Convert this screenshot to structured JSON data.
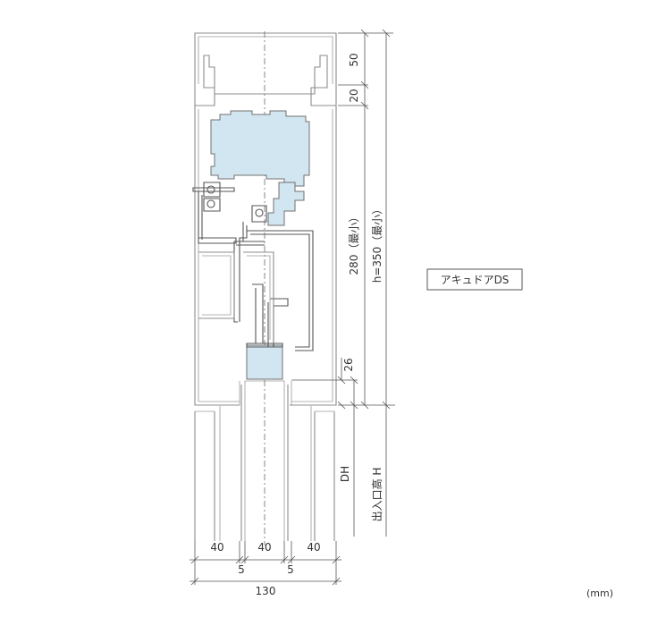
{
  "model_label": "アキュドアDS",
  "unit_label": "(mm)",
  "dimensions": {
    "top_rail": "50",
    "rail_gap": "20",
    "min_inner": "280（最小）",
    "min_height": "h=350（最小）",
    "guide_gap": "26",
    "door_height": "DH",
    "opening_height": "出入口高 H",
    "width_left": "40",
    "width_center": "40",
    "width_right": "40",
    "gap_left": "5",
    "gap_right": "5",
    "total_width": "130"
  },
  "colors": {
    "mechanism_fill": "#d2e6f1",
    "line": "#8d8d8d",
    "dimension": "#555555"
  }
}
